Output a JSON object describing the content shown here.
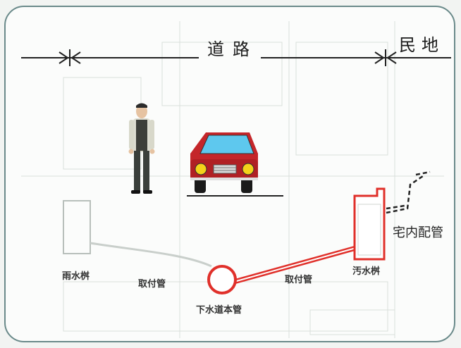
{
  "labels": {
    "road": "道路",
    "private_land": "民地",
    "rain_basin": "雨水桝",
    "lateral_pipe_left": "取付管",
    "lateral_pipe_right": "取付管",
    "sewage_basin": "汚水桝",
    "main_sewer": "下水道本管",
    "house_piping": "宅内配管"
  },
  "colors": {
    "pipe_red": "#e0302a",
    "car_red": "#c4262a",
    "windshield": "#5ec8ee",
    "headlight": "#f4d21a",
    "line": "#222222"
  }
}
